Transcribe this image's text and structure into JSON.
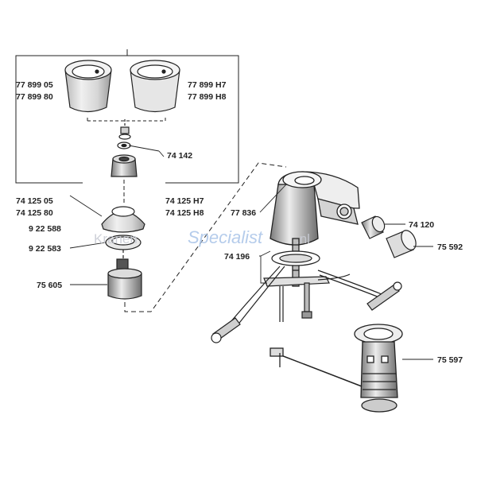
{
  "watermark": {
    "part1": "Kranen",
    "part2": "Specialist",
    "part3": ".nl"
  },
  "labels": {
    "cap_chrome_a": "77 899 05",
    "cap_chrome_b": "77 899 80",
    "cap_white_a": "77 899 H7",
    "cap_white_b": "77 899 H8",
    "screw": "74 142",
    "set_left_a": "74 125 05",
    "set_left_b": "74 125 80",
    "set_right_a": "74 125 H7",
    "set_right_b": "74 125 H8",
    "rosette": "9 22 588",
    "ring": "9 22 583",
    "cartridge": "75 605",
    "body": "77 836",
    "spout_adapter": "74 120",
    "aerator": "75 592",
    "mount_set": "74 196",
    "waste": "75 597"
  },
  "colors": {
    "line": "#222222",
    "fill": "#ffffff",
    "shade": "#d8d8d8"
  }
}
